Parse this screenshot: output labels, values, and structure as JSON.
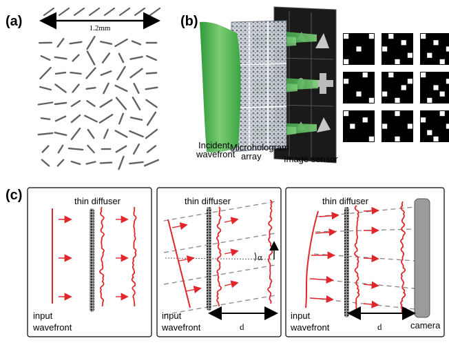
{
  "panel_labels": {
    "a": "(a)",
    "b": "(b)",
    "c": "(c)"
  },
  "panel_a": {
    "scale_label": "1.2mm"
  },
  "panel_b": {
    "labels": {
      "incident": "Incident",
      "wavefront": "wavefront",
      "microhologram": "Microhologram",
      "array": "array",
      "sensor": "Image sensor"
    }
  },
  "panel_c": {
    "diffuser_label": "thin diffuser",
    "input_label": "input",
    "wavefront_label": "wavefront",
    "distance_label": "d",
    "angle_label": "α",
    "camera_label": "camera"
  },
  "colors": {
    "accent": "#e0262a",
    "green": "#3fae45",
    "dash": "#888888"
  }
}
